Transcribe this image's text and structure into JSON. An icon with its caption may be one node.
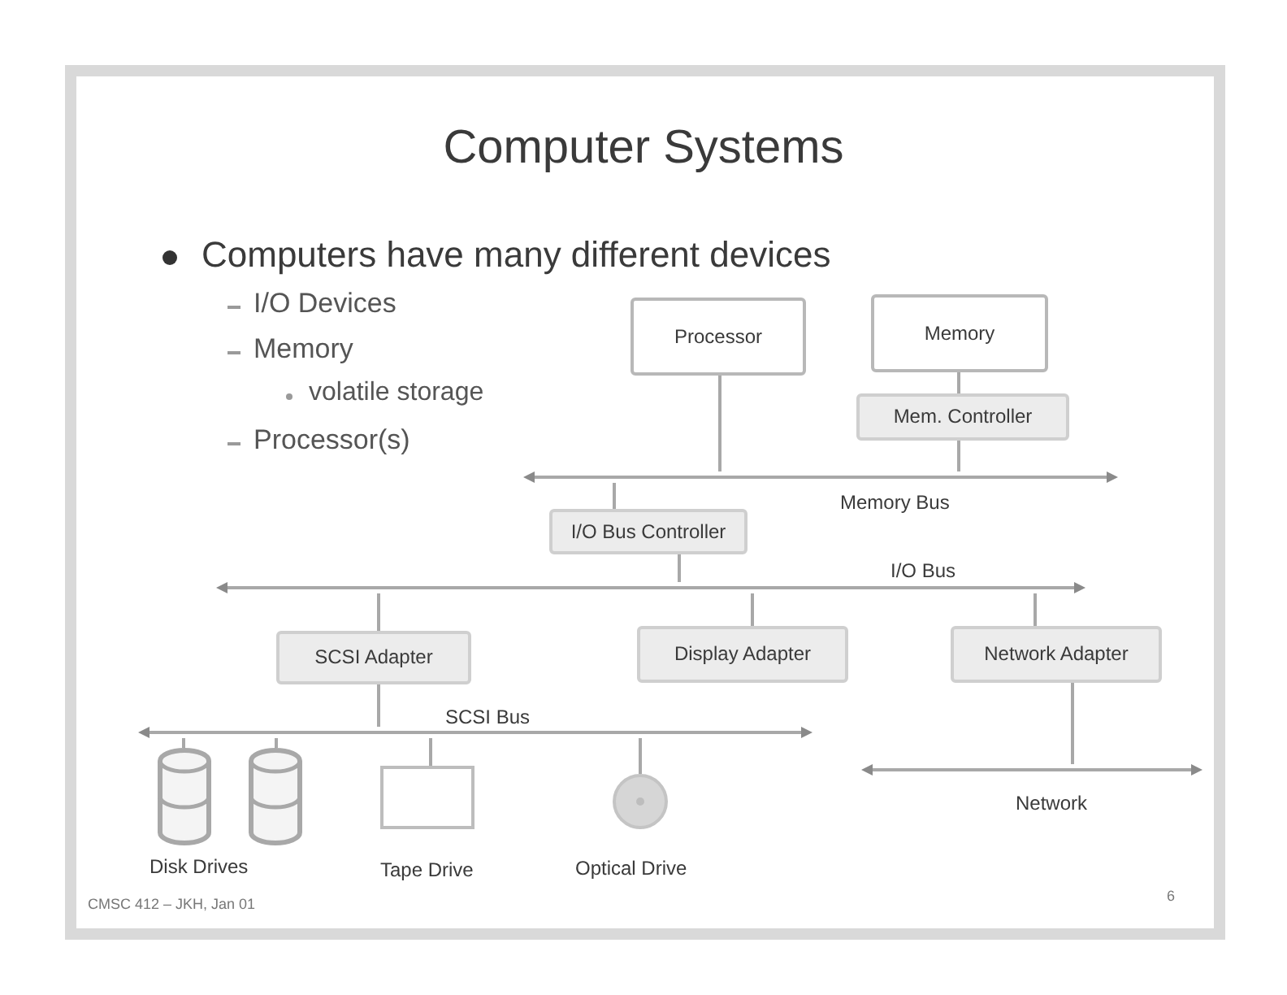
{
  "diagram": {
    "title": "Computer Systems",
    "nodes": [
      {
        "text": [
          "Processor"
        ]
      },
      {
        "text": [
          "Memory"
        ]
      },
      {
        "text": [
          "Mem. Controller"
        ]
      },
      {
        "text": [],
        "shape": "bar",
        "beside": [
          "Memory Bus"
        ]
      },
      {
        "text": [
          "I/O Bus Controller"
        ]
      },
      {
        "text": [],
        "shape": "bar",
        "beside": [
          "I/O Bus"
        ]
      },
      {
        "text": [
          "SCSI Adapter"
        ]
      },
      {
        "text": [
          "Display Adapter"
        ]
      },
      {
        "text": [
          "Network Adapter"
        ]
      },
      {
        "text": [],
        "shape": "bar",
        "beside": [
          "SCSI Bus"
        ]
      },
      {
        "text": [],
        "shape": "cylinder"
      },
      {
        "text": [],
        "shape": "cylinder"
      },
      {
        "text": [],
        "shape": "box",
        "beside": [
          "Tape Drive"
        ]
      },
      {
        "text": [],
        "shape": "circle",
        "beside": [
          "Optical Drive"
        ]
      },
      {
        "text": [],
        "shape": "bar",
        "beside": [
          "Network"
        ]
      }
    ],
    "edges": [
      {
        "from": 0,
        "to": 3,
        "arrow": "none"
      },
      {
        "from": 1,
        "to": 2,
        "arrow": "none"
      },
      {
        "from": 2,
        "to": 3,
        "arrow": "none"
      },
      {
        "from": 3,
        "to": 4,
        "arrow": "none"
      },
      {
        "from": 4,
        "to": 5,
        "arrow": "none"
      },
      {
        "from": 5,
        "to": 6,
        "arrow": "none"
      },
      {
        "from": 5,
        "to": 7,
        "arrow": "none"
      },
      {
        "from": 5,
        "to": 8,
        "arrow": "none"
      },
      {
        "from": 6,
        "to": 9,
        "arrow": "none"
      },
      {
        "from": 9,
        "to": 10,
        "arrow": "none"
      },
      {
        "from": 9,
        "to": 11,
        "arrow": "none"
      },
      {
        "from": 9,
        "to": 12,
        "arrow": "none"
      },
      {
        "from": 9,
        "to": 13,
        "arrow": "none"
      },
      {
        "from": 8,
        "to": 14,
        "arrow": "none"
      }
    ],
    "labels": [
      "Computers have many different devices",
      "I/O Devices",
      "Memory",
      "volatile storage",
      "Processor(s)",
      "Disk Drives",
      "CMSC 412 – JKH, Jan 01",
      "6"
    ]
  }
}
